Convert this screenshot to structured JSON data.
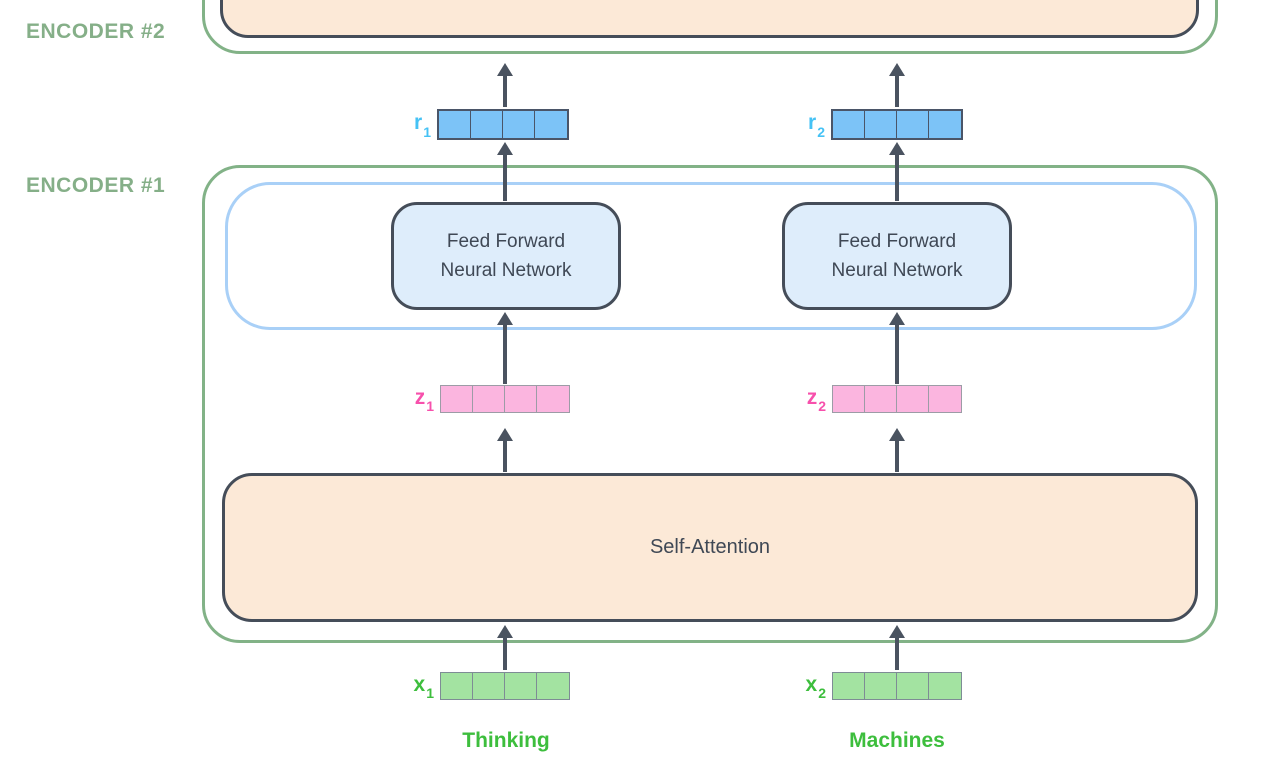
{
  "colors": {
    "encoder-green": "#82B287",
    "label-green": "#85AF88",
    "layer-blue-border": "#A9D0F7",
    "dark-border": "#454D59",
    "arrow": "#4A5360",
    "ffnn-fill": "#DEEDFB",
    "attention-fill": "#FCE9D7",
    "text-dark": "#3F4855",
    "r-fill": "#7CC3F7",
    "r-border": "#4A5568",
    "r-label": "#45C2F5",
    "z-fill": "#FBB5DF",
    "z-border": "#9C9CA6",
    "z-label": "#F750AC",
    "x-fill": "#A3E3A1",
    "x-border": "#7E8C95",
    "x-label": "#3DBE3D",
    "token-green": "#3DBE3D"
  },
  "encoders": {
    "encoder2_label": "ENCODER #2",
    "encoder1_label": "ENCODER #1"
  },
  "blocks": {
    "ffnn_line1": "Feed Forward",
    "ffnn_line2": "Neural Network",
    "self_attention_label": "Self-Attention"
  },
  "vectors": {
    "r1": {
      "base": "r",
      "sub": "1",
      "cells": 4
    },
    "r2": {
      "base": "r",
      "sub": "2",
      "cells": 4
    },
    "z1": {
      "base": "z",
      "sub": "1",
      "cells": 4
    },
    "z2": {
      "base": "z",
      "sub": "2",
      "cells": 4
    },
    "x1": {
      "base": "x",
      "sub": "1",
      "cells": 4
    },
    "x2": {
      "base": "x",
      "sub": "2",
      "cells": 4
    }
  },
  "tokens": {
    "token1": "Thinking",
    "token2": "Machines"
  }
}
